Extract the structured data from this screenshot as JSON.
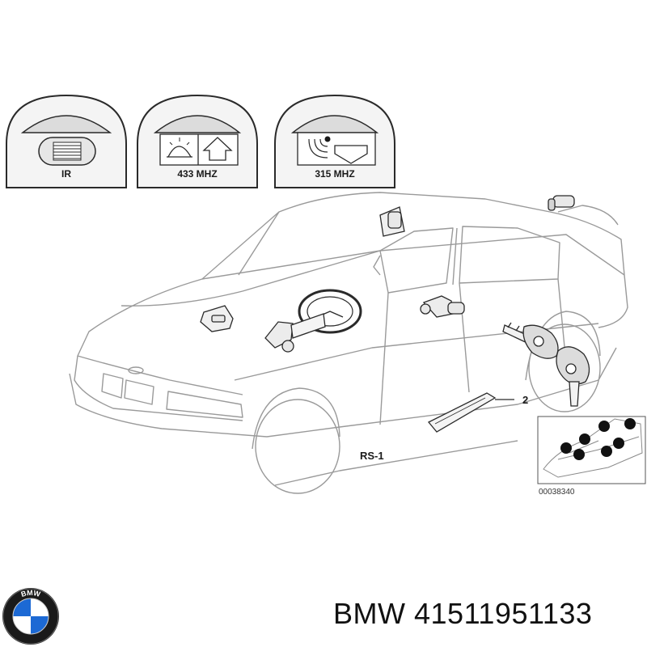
{
  "badges": [
    {
      "label": "IR",
      "icon": "infrared-window-icon"
    },
    {
      "label": "433 MHZ",
      "icon": "radio-lock-unlock-icon"
    },
    {
      "label": "315 MHZ",
      "icon": "radio-transmit-unlock-icon"
    }
  ],
  "callouts": {
    "part_2": "2",
    "rs_label": "RS-1",
    "inset_ref": "00038340"
  },
  "footer": {
    "brand": "BMW",
    "part_number": "41511951133",
    "logo_letters": "BMW"
  },
  "colors": {
    "line": "#9a9a9a",
    "ink": "#1a1a1a",
    "badge_fill": "#dcdcdc",
    "logo_blue": "#1c69d4"
  }
}
